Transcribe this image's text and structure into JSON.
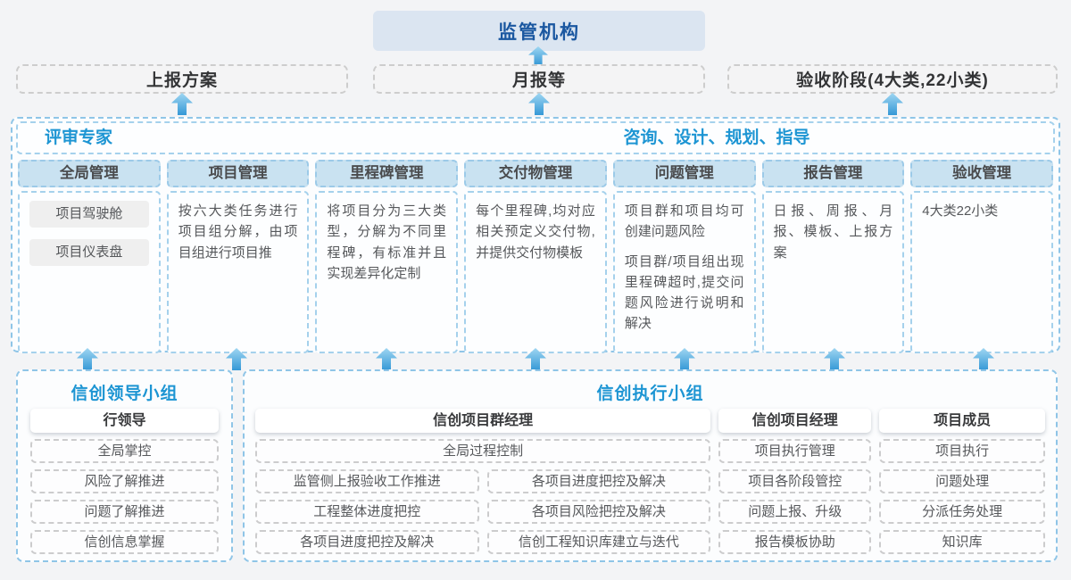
{
  "top": {
    "regulator": "监管机构",
    "channels": [
      {
        "label": "上报方案"
      },
      {
        "label": "月报等"
      },
      {
        "label": "验收阶段(4大类,22小类)"
      }
    ]
  },
  "platform": {
    "expert_label": "评审专家",
    "advisory_label": "咨询、设计、规划、指导",
    "modules": [
      {
        "title": "全局管理",
        "tags": [
          "项目驾驶舱",
          "项目仪表盘"
        ]
      },
      {
        "title": "项目管理",
        "paragraphs": [
          "按六大类任务进行项目组分解，由项目组进行项目推"
        ]
      },
      {
        "title": "里程碑管理",
        "paragraphs": [
          "将项目分为三大类型，分解为不同里程碑，有标准并且实现差异化定制"
        ]
      },
      {
        "title": "交付物管理",
        "paragraphs": [
          "每个里程碑,均对应相关预定义交付物,并提供交付物模板"
        ]
      },
      {
        "title": "问题管理",
        "paragraphs": [
          "项目群和项目均可创建问题风险",
          "项目群/项目组出现里程碑超时,提交问题风险进行说明和解决"
        ]
      },
      {
        "title": "报告管理",
        "paragraphs": [
          "日报、周报、月报、模板、上报方案"
        ]
      },
      {
        "title": "验收管理",
        "paragraphs": [
          "4大类22小类"
        ]
      }
    ]
  },
  "groups": {
    "leadership": {
      "title": "信创领导小组",
      "role": "行领导",
      "items": [
        "全局掌控",
        "风险了解推进",
        "问题了解推进",
        "信创信息掌握"
      ]
    },
    "execution": {
      "title": "信创执行小组",
      "program_manager": {
        "role": "信创项目群经理",
        "full_item": "全局过程控制",
        "left_items": [
          "监管侧上报验收工作推进",
          "工程整体进度把控",
          "各项目进度把控及解决"
        ],
        "right_items": [
          "各项目进度把控及解决",
          "各项目风险把控及解决",
          "信创工程知识库建立与迭代"
        ]
      },
      "project_manager": {
        "role": "信创项目经理",
        "items": [
          "项目执行管理",
          "项目各阶段管控",
          "问题上报、升级",
          "报告模板协助"
        ]
      },
      "member": {
        "role": "项目成员",
        "items": [
          "项目执行",
          "问题处理",
          "分派任务处理",
          "知识库"
        ]
      }
    }
  },
  "colors": {
    "accent_blue": "#1d95d3",
    "dashed_blue_border": "#8fc5e7",
    "module_header_fill": "#c9e2f1",
    "regulator_fill": "#dbe5f1",
    "regulator_text": "#1a57a0",
    "arrow_blue": "#3598d6",
    "body_text": "#56585b",
    "page_background": "#f3f4f6"
  }
}
